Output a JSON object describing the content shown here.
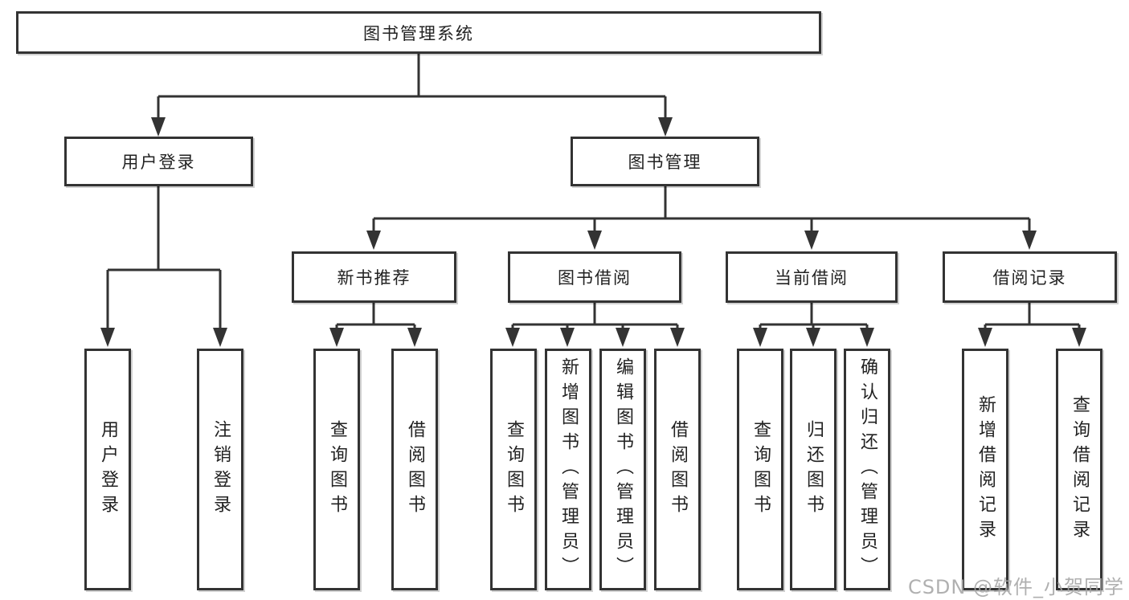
{
  "diagram_title": "图书管理系统",
  "tree": {
    "root": {
      "label": "图书管理系统"
    },
    "branches": [
      {
        "label": "用户登录",
        "children": [
          {
            "label": "用户登录"
          },
          {
            "label": "注销登录"
          }
        ]
      },
      {
        "label": "图书管理",
        "children": [
          {
            "label": "新书推荐",
            "children": [
              {
                "label": "查询图书"
              },
              {
                "label": "借阅图书"
              }
            ]
          },
          {
            "label": "图书借阅",
            "children": [
              {
                "label": "查询图书"
              },
              {
                "label": "新增图书（管理员）"
              },
              {
                "label": "编辑图书（管理员）"
              },
              {
                "label": "借阅图书"
              }
            ]
          },
          {
            "label": "当前借阅",
            "children": [
              {
                "label": "查询图书"
              },
              {
                "label": "归还图书"
              },
              {
                "label": "确认归还（管理员）"
              }
            ]
          },
          {
            "label": "借阅记录",
            "children": [
              {
                "label": "新增借阅记录"
              },
              {
                "label": "查询借阅记录"
              }
            ]
          }
        ]
      }
    ]
  },
  "watermark": {
    "text": "CSDN @软件_小贺同学"
  },
  "colors": {
    "background": "#ffffff",
    "box_border": "#333333",
    "connector_line": "#333333",
    "text": "#222222",
    "watermark": "#a5a5a5"
  }
}
